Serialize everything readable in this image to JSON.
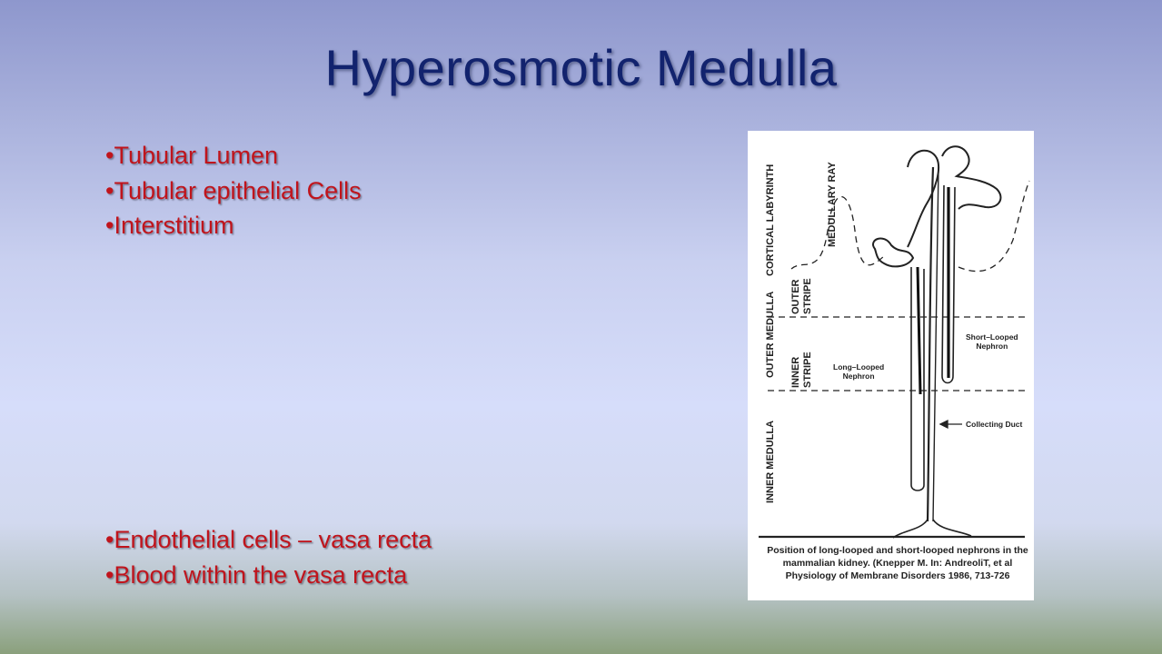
{
  "slide": {
    "title": "Hyperosmotic Medulla",
    "top_bullets": [
      "Tubular Lumen",
      "Tubular epithelial Cells",
      "Interstitium"
    ],
    "bottom_bullets": [
      "Endothelial cells – vasa recta",
      "Blood within the vasa recta"
    ],
    "bullet_marker": "•"
  },
  "figure": {
    "labels": {
      "cortical_labyrinth": "CORTICAL LABYRINTH",
      "medullary_ray": "MEDULLARY RAY",
      "outer_medulla": "OUTER MEDULLA",
      "outer_stripe": "OUTER\nSTRIPE",
      "inner_stripe": "INNER\nSTRIPE",
      "inner_medulla": "INNER MEDULLA",
      "long_looped": "Long–Looped\nNephron",
      "short_looped": "Short–Looped\nNephron",
      "collecting_duct": "Collecting Duct"
    },
    "caption": "Position of long-looped and short-looped nephrons in the mammalian kidney. (Knepper M. In: AndreoliT,  et al Physiology of Membrane Disorders 1986, 713-726"
  },
  "colors": {
    "title": "#12236e",
    "bullets": "#c0141c"
  }
}
